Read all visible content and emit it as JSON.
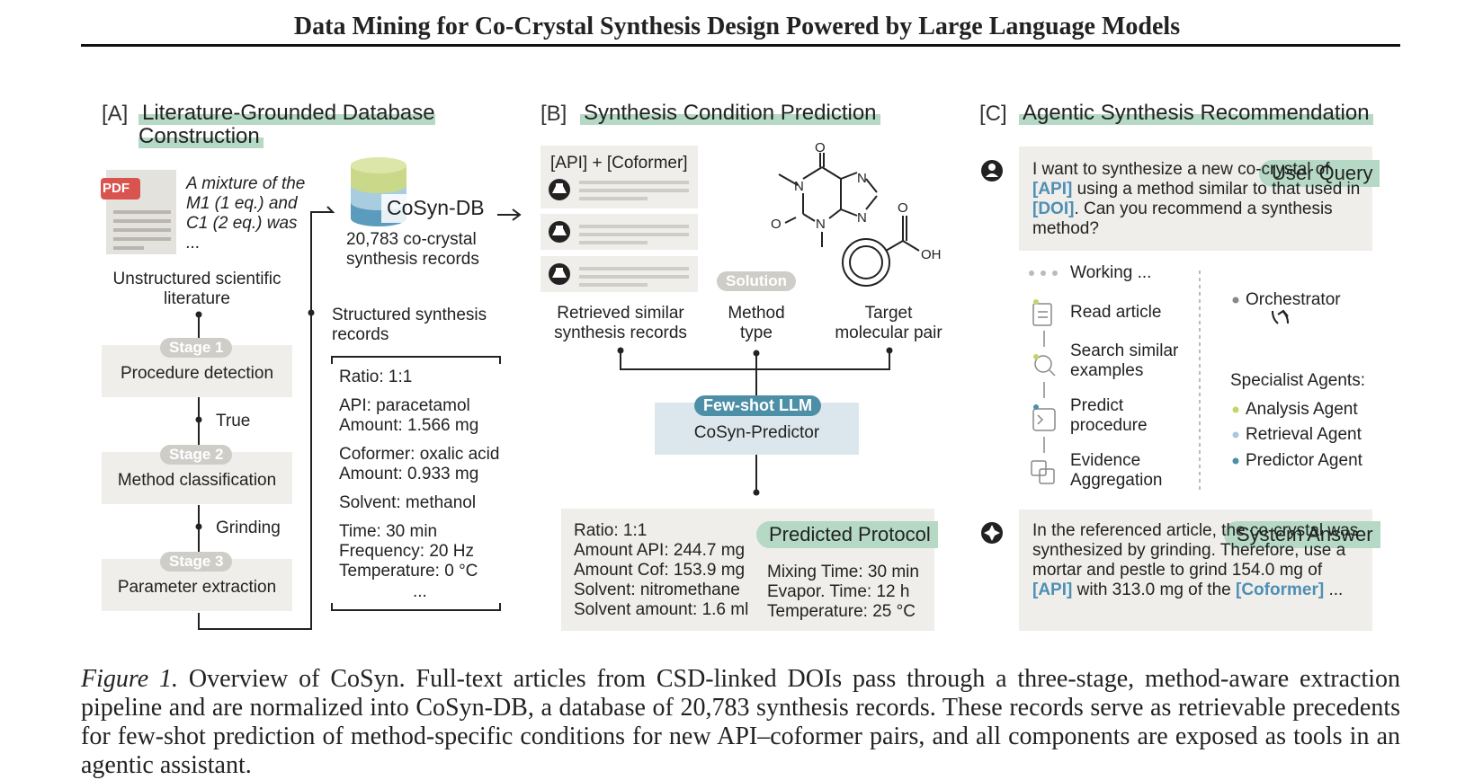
{
  "title": "Data Mining for Co-Crystal Synthesis Design Powered by Large Language Models",
  "panel_a": {
    "letter": "[A]",
    "title": "Literature-Grounded Database Construction",
    "pdf_label": "PDF",
    "snippet": "A mixture of the M1 (1 eq.) and C1 (2 eq.) was ...",
    "source_label": "Unstructured scientific literature",
    "stages": [
      {
        "pill": "Stage 1",
        "label": "Procedure detection"
      },
      {
        "pill": "Stage 2",
        "label": "Method classification"
      },
      {
        "pill": "Stage 3",
        "label": "Parameter extraction"
      }
    ],
    "edge_labels": [
      "True",
      "Grinding"
    ],
    "db_name": "CoSyn-DB",
    "db_desc": "20,783 co-crystal synthesis records",
    "structured_label": "Structured synthesis records",
    "record": {
      "ratio": "Ratio: 1:1",
      "api": "API: paracetamol",
      "api_amount": "Amount: 1.566 mg",
      "cof": "Coformer: oxalic acid",
      "cof_amount": "Amount: 0.933 mg",
      "solvent": "Solvent: methanol",
      "time": "Time: 30 min",
      "freq": "Frequency: 20 Hz",
      "temp": "Temperature: 0 °C",
      "more": "..."
    }
  },
  "panel_b": {
    "letter": "[B]",
    "title": "Synthesis Condition Prediction",
    "query": "[API] + [Coformer]",
    "retrieved_label": "Retrieved similar synthesis records",
    "solution_pill": "Solution",
    "method_label": "Method type",
    "target_label": "Target molecular pair",
    "molecule_atoms": [
      "O",
      "N",
      "N",
      "O",
      "N",
      "N",
      "O",
      "OH"
    ],
    "llm_pill": "Few-shot LLM",
    "llm_name": "CoSyn-Predictor",
    "protocol_pill": "Predicted Protocol",
    "protocol_left": [
      "Ratio: 1:1",
      "Amount API: 244.7 mg",
      "Amount Cof: 153.9 mg",
      "Solvent: nitromethane",
      "Solvent amount: 1.6 ml"
    ],
    "protocol_right": [
      "Mixing Time: 30 min",
      "Evapor. Time: 12 h",
      "Temperature: 25 °C"
    ]
  },
  "panel_c": {
    "letter": "[C]",
    "title": "Agentic Synthesis Recommendation",
    "query_pill": "User Query",
    "query_parts": [
      "I want to synthesize a new co-crystal of ",
      "[API]",
      " using a method similar to that used in ",
      "[DOI]",
      ". Can you recommend a synthesis method?"
    ],
    "steps": [
      "Working ...",
      "Read article",
      "Search similar examples",
      "Predict procedure",
      "Evidence Aggregation"
    ],
    "orchestrator": "Orchestrator",
    "specialists_label": "Specialist Agents:",
    "agents": [
      {
        "name": "Analysis Agent",
        "color": "#c7d36a"
      },
      {
        "name": "Retrieval Agent",
        "color": "#a9c8e0"
      },
      {
        "name": "Predictor Agent",
        "color": "#4d8fa6"
      }
    ],
    "answer_pill": "System Answer",
    "answer_parts": [
      "In the referenced article, the co-crystal was synthesized by grinding. Therefore, use a mortar and pestle to grind 154.0 mg of ",
      "[API]",
      " with 313.0 mg of the ",
      "[Coformer]",
      " ..."
    ]
  },
  "caption": {
    "fig": "Figure 1.",
    "text": " Overview of CoSyn. Full-text articles from CSD-linked DOIs pass through a three-stage, method-aware extraction pipeline and are normalized into CoSyn-DB, a database of 20,783 synthesis records. These records serve as retrievable precedents for few-shot prediction of method-specific conditions for new API–coformer pairs, and all components are exposed as tools in an agentic assistant."
  },
  "colors": {
    "highlight": "#b5d9c4",
    "box": "#efeeea",
    "accent_blue": "#4e8fb5",
    "llm_box": "#dbe7ec"
  }
}
